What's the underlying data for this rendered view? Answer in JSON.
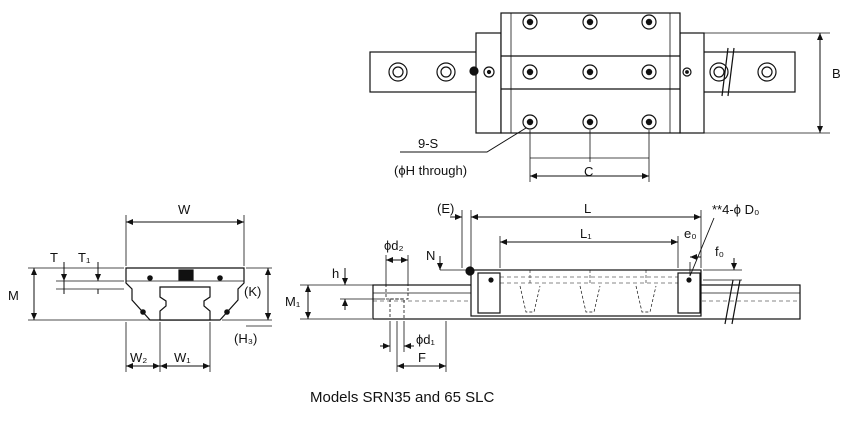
{
  "caption": "Models SRN35 and 65 SLC",
  "top_view": {
    "screw_label": "9-S",
    "through_label": "(ϕH through)",
    "dim_b": "B",
    "dim_c": "C"
  },
  "end_view": {
    "dim_w": "W",
    "dim_t": "T",
    "dim_t1": "T₁",
    "dim_m": "M",
    "dim_k": "(K)",
    "dim_h3": "(H₃)",
    "dim_w2": "W₂",
    "dim_w1": "W₁"
  },
  "side_view": {
    "dim_e": "(E)",
    "dim_l": "L",
    "dim_l1": "L₁",
    "dim_holes": "**4-ϕ D₀",
    "dim_e0": "e₀",
    "dim_f0": "f₀",
    "dim_d2": "ϕd₂",
    "dim_n": "N",
    "dim_h": "h",
    "dim_m1": "M₁",
    "dim_d1": "ϕd₁",
    "dim_f": "F"
  }
}
